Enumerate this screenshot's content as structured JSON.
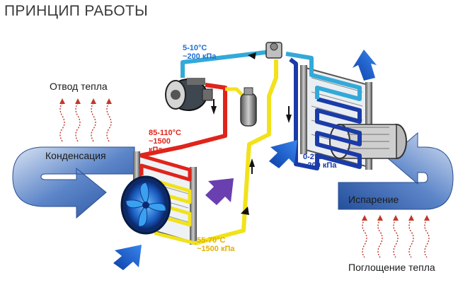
{
  "title": "ПРИНЦИП РАБОТЫ",
  "labels": {
    "heat_rejection": "Отвод тепла",
    "condensation": "Конденсация",
    "evaporation": "Испарение",
    "heat_absorption": "Поглощение тепла"
  },
  "readings": {
    "low_pressure_gas": {
      "temp": "5-10°C",
      "pressure": "~200 кПа"
    },
    "high_pressure_gas": {
      "temp": "85-110°C",
      "pressure": "~1500",
      "pressure_unit": "кПа"
    },
    "evaporator": {
      "temp": "0-2°C",
      "pressure": "~200 кПа"
    },
    "liquid_line": {
      "temp": "55-70°C",
      "pressure": "~1500 кПа"
    }
  },
  "colors": {
    "hot_line": "#e0241b",
    "cold_line": "#1a3ba8",
    "low_line": "#33a9d8",
    "liquid_line": "#f2e21a",
    "air_arrow": "#1f5fd6",
    "heat_wave": "#c0392b",
    "purple_arrow": "#6a3fb0"
  }
}
